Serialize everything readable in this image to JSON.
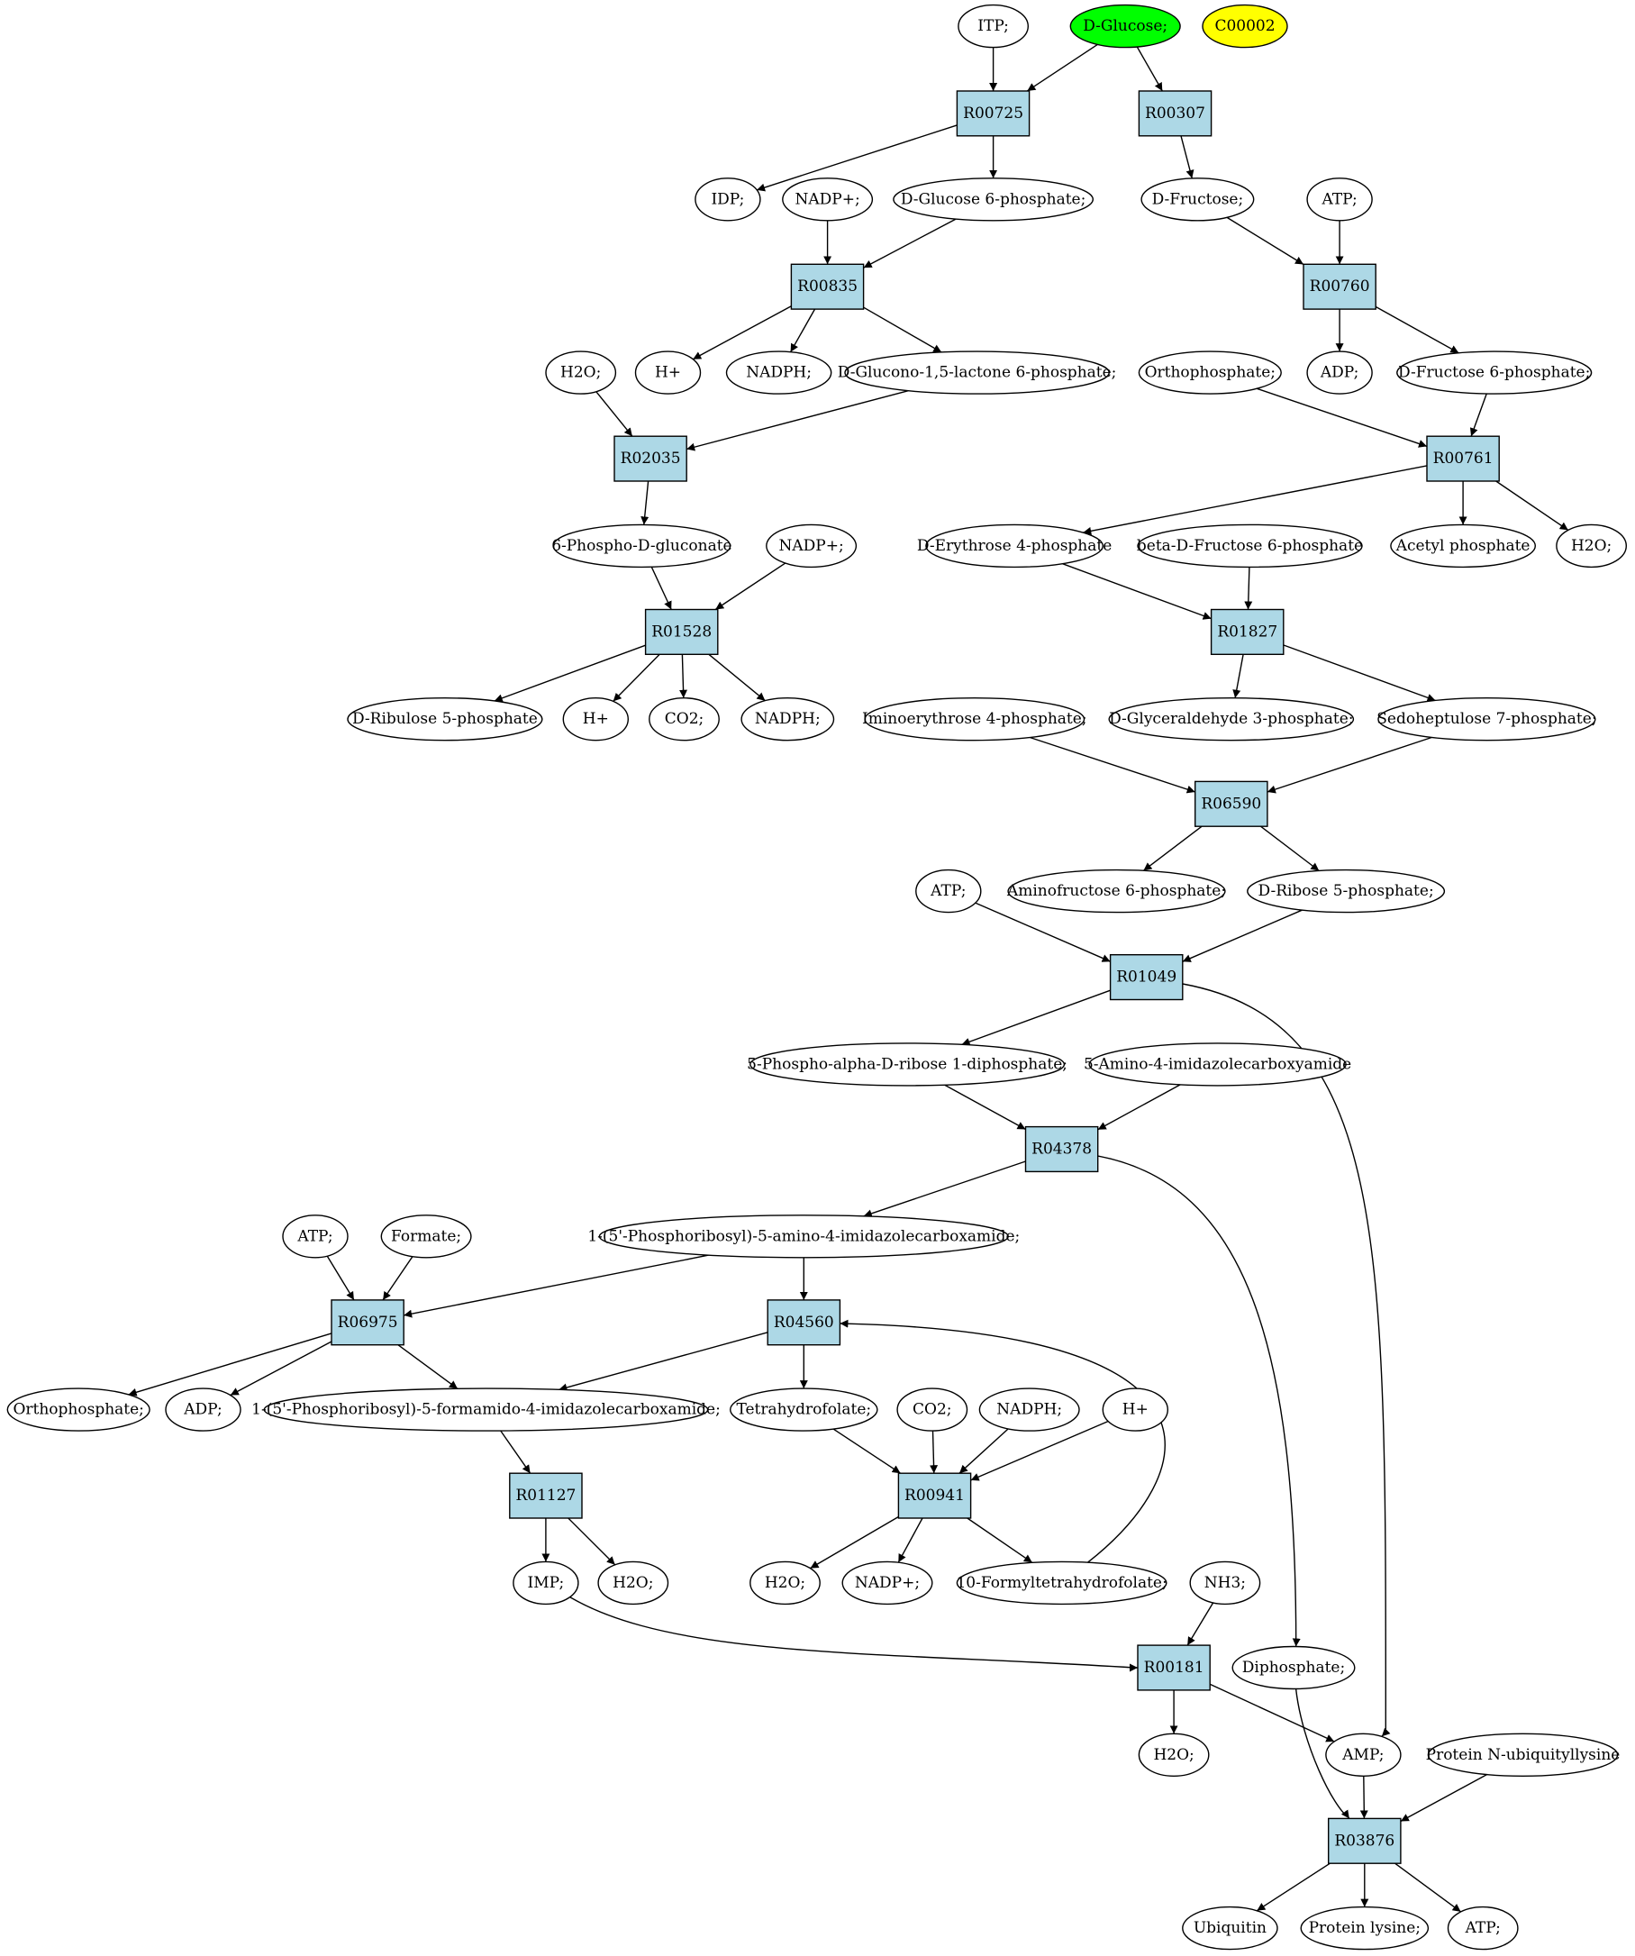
{
  "colors": {
    "reaction_fill": "#add8e6",
    "metabolite_fill": "#ffffff",
    "highlight_green": "#00ff00",
    "highlight_yellow": "#ffff00",
    "stroke": "#000000"
  },
  "reactions": [
    {
      "id": "R00725",
      "label": "R00725"
    },
    {
      "id": "R00307",
      "label": "R00307"
    },
    {
      "id": "R00835",
      "label": "R00835"
    },
    {
      "id": "R00760",
      "label": "R00760"
    },
    {
      "id": "R02035",
      "label": "R02035"
    },
    {
      "id": "R00761",
      "label": "R00761"
    },
    {
      "id": "R01528",
      "label": "R01528"
    },
    {
      "id": "R01827",
      "label": "R01827"
    },
    {
      "id": "R06590",
      "label": "R06590"
    },
    {
      "id": "R01049",
      "label": "R01049"
    },
    {
      "id": "R04378",
      "label": "R04378"
    },
    {
      "id": "R06975",
      "label": "R06975"
    },
    {
      "id": "R04560",
      "label": "R04560"
    },
    {
      "id": "R01127",
      "label": "R01127"
    },
    {
      "id": "R00941",
      "label": "R00941"
    },
    {
      "id": "R00181",
      "label": "R00181"
    },
    {
      "id": "R03876",
      "label": "R03876"
    }
  ],
  "metabolites": [
    {
      "id": "m_itp",
      "label": "ITP;"
    },
    {
      "id": "m_dglucose",
      "label": "D-Glucose;",
      "fill": "#00ff00"
    },
    {
      "id": "m_c00002",
      "label": "C00002",
      "fill": "#ffff00"
    },
    {
      "id": "m_idp",
      "label": "IDP;"
    },
    {
      "id": "m_nadp1",
      "label": "NADP+;"
    },
    {
      "id": "m_g6p",
      "label": "D-Glucose 6-phosphate;"
    },
    {
      "id": "m_dfructose",
      "label": "D-Fructose;"
    },
    {
      "id": "m_atp1",
      "label": "ATP;"
    },
    {
      "id": "m_h2o1",
      "label": "H2O;"
    },
    {
      "id": "m_hplus1",
      "label": "H+"
    },
    {
      "id": "m_nadph1",
      "label": "NADPH;"
    },
    {
      "id": "m_glucono",
      "label": "D-Glucono-1,5-lactone 6-phosphate;"
    },
    {
      "id": "m_ortho1",
      "label": "Orthophosphate;"
    },
    {
      "id": "m_adp1",
      "label": "ADP;"
    },
    {
      "id": "m_f6p",
      "label": "D-Fructose 6-phosphate;"
    },
    {
      "id": "m_6pg",
      "label": "6-Phospho-D-gluconate"
    },
    {
      "id": "m_nadp2",
      "label": "NADP+;"
    },
    {
      "id": "m_e4p",
      "label": "D-Erythrose 4-phosphate"
    },
    {
      "id": "m_bf6p",
      "label": "beta-D-Fructose 6-phosphate"
    },
    {
      "id": "m_acetylp",
      "label": "Acetyl phosphate"
    },
    {
      "id": "m_h2o2",
      "label": "H2O;"
    },
    {
      "id": "m_ru5p",
      "label": "D-Ribulose 5-phosphate"
    },
    {
      "id": "m_hplus2",
      "label": "H+"
    },
    {
      "id": "m_co2a",
      "label": "CO2;"
    },
    {
      "id": "m_nadph2",
      "label": "NADPH;"
    },
    {
      "id": "m_imino",
      "label": "Iminoerythrose 4-phosphate;"
    },
    {
      "id": "m_gap",
      "label": "D-Glyceraldehyde 3-phosphate;"
    },
    {
      "id": "m_s7p",
      "label": "Sedoheptulose 7-phosphate;"
    },
    {
      "id": "m_atp2",
      "label": "ATP;"
    },
    {
      "id": "m_aminofru",
      "label": "Aminofructose 6-phosphate;"
    },
    {
      "id": "m_r5p",
      "label": "D-Ribose 5-phosphate;"
    },
    {
      "id": "m_prpp",
      "label": "5-Phospho-alpha-D-ribose 1-diphosphate;"
    },
    {
      "id": "m_aica",
      "label": "5-Amino-4-imidazolecarboxyamide"
    },
    {
      "id": "m_aicar",
      "label": "1-(5'-Phosphoribosyl)-5-amino-4-imidazolecarboxamide;"
    },
    {
      "id": "m_atp3",
      "label": "ATP;"
    },
    {
      "id": "m_formate",
      "label": "Formate;"
    },
    {
      "id": "m_ortho2",
      "label": "Orthophosphate;"
    },
    {
      "id": "m_adp2",
      "label": "ADP;"
    },
    {
      "id": "m_faicar",
      "label": "1-(5'-Phosphoribosyl)-5-formamido-4-imidazolecarboxamide;"
    },
    {
      "id": "m_thf",
      "label": "Tetrahydrofolate;"
    },
    {
      "id": "m_co2b",
      "label": "CO2;"
    },
    {
      "id": "m_nadph3",
      "label": "NADPH;"
    },
    {
      "id": "m_hplus3",
      "label": "H+"
    },
    {
      "id": "m_imp",
      "label": "IMP;"
    },
    {
      "id": "m_h2o3",
      "label": "H2O;"
    },
    {
      "id": "m_h2o4",
      "label": "H2O;"
    },
    {
      "id": "m_nadp3",
      "label": "NADP+;"
    },
    {
      "id": "m_10fthf",
      "label": "10-Formyltetrahydrofolate;"
    },
    {
      "id": "m_nh3",
      "label": "NH3;"
    },
    {
      "id": "m_ppi",
      "label": "Diphosphate;"
    },
    {
      "id": "m_h2o5",
      "label": "H2O;"
    },
    {
      "id": "m_amp",
      "label": "AMP;"
    },
    {
      "id": "m_protub",
      "label": "Protein N-ubiquityllysine"
    },
    {
      "id": "m_ubiquitin",
      "label": "Ubiquitin"
    },
    {
      "id": "m_protlys",
      "label": "Protein lysine;"
    },
    {
      "id": "m_atp4",
      "label": "ATP;"
    }
  ]
}
